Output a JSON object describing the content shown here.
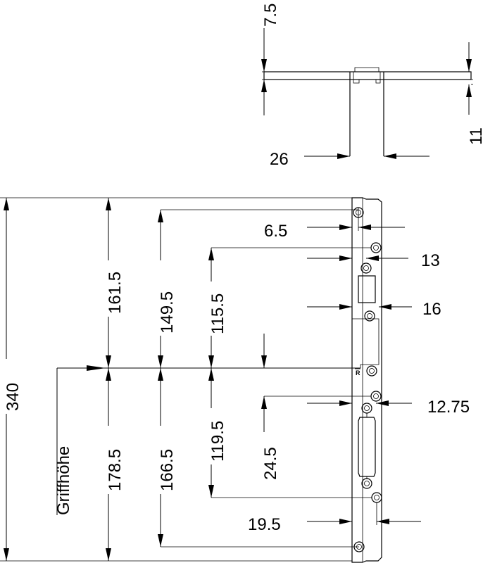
{
  "top_view": {
    "dim_height_top": "7.5",
    "dim_height_right": "11",
    "dim_width": "26"
  },
  "front_view": {
    "dim_total_height": "340",
    "dim_upper_grip": "161.5",
    "dim_lower_grip": "178.5",
    "grip_label": "Griffhöhe",
    "dim_upper_hole_top": "149.5",
    "dim_lower_hole_bottom": "166.5",
    "dim_upper_connector": "115.5",
    "dim_lower_connector": "119.5",
    "dim_below_grip": "24.5",
    "dim_hole_offset_top": "6.5",
    "dim_connector_offset_upper": "13",
    "dim_connector_width_upper": "16",
    "dim_connector_offset_lower": "12.75",
    "dim_hole_offset_bottom": "19.5",
    "reference_mark": "R"
  }
}
